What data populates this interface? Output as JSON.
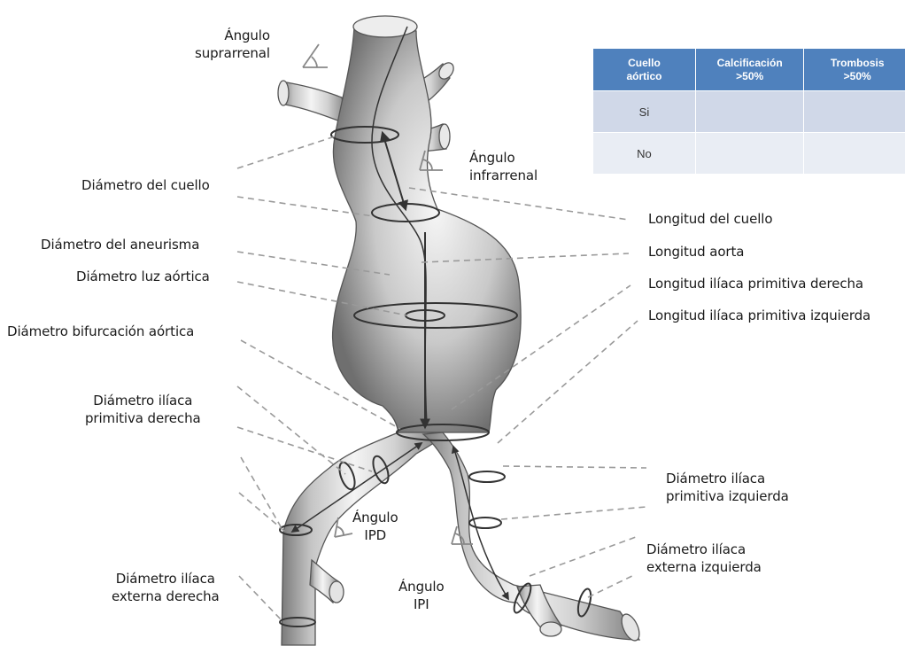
{
  "labels": {
    "suprarenal_angle": [
      "Ángulo",
      "suprarrenal"
    ],
    "infrarenal_angle": [
      "Ángulo",
      "infrarrenal"
    ],
    "neck_diameter": "Diámetro del cuello",
    "aneurysm_diameter": "Diámetro del aneurisma",
    "lumen_diameter": "Diámetro luz aórtica",
    "bifurcation_diameter": "Diámetro bifurcación aórtica",
    "right_common_iliac_diameter": [
      "Diámetro ilíaca",
      "primitiva derecha"
    ],
    "right_external_iliac_diameter": [
      "Diámetro ilíaca",
      "externa derecha"
    ],
    "ipd_angle": [
      "Ángulo",
      "IPD"
    ],
    "ipi_angle": [
      "Ángulo",
      "IPI"
    ],
    "neck_length": "Longitud del cuello",
    "aorta_length": "Longitud aorta",
    "right_common_iliac_length": "Longitud ilíaca primitiva derecha",
    "left_common_iliac_length": "Longitud ilíaca primitiva izquierda",
    "left_common_iliac_diameter": [
      "Diámetro ilíaca",
      "primitiva izquierda"
    ],
    "left_external_iliac_diameter": [
      "Diámetro ilíaca",
      "externa izquierda"
    ]
  },
  "table": {
    "headers": [
      [
        "Cuello",
        "aórtico"
      ],
      [
        "Calcificación",
        ">50%"
      ],
      [
        "Trombosis",
        ">50%"
      ]
    ],
    "rows": [
      [
        "Si",
        "",
        ""
      ],
      [
        "No",
        "",
        ""
      ]
    ],
    "header_color": "#4f81bd",
    "row_colors": [
      "#d0d8e8",
      "#e9edf4"
    ]
  },
  "colors": {
    "dashed_lines": "#9a9a9a",
    "vessel_outline": "#555555",
    "measurement_lines": "#333333"
  }
}
